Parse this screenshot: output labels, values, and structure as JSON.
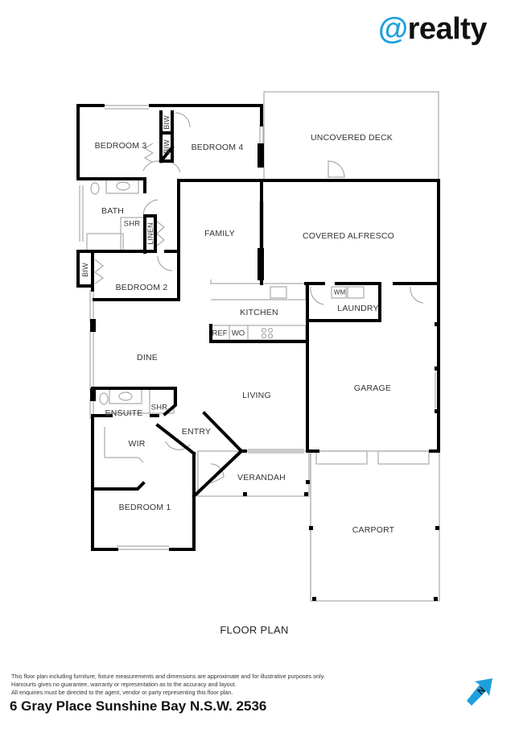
{
  "brand": {
    "at": "@",
    "name": "realty",
    "accent_color": "#1ea0dc"
  },
  "plan": {
    "title": "FLOOR PLAN",
    "rooms": {
      "bedroom3": "BEDROOM 3",
      "bedroom4": "BEDROOM 4",
      "uncovered_deck": "UNCOVERED DECK",
      "bath": "BATH",
      "shr1": "SHR",
      "linen": "LINEN",
      "family": "FAMILY",
      "covered_alfresco": "COVERED ALFRESCO",
      "bedroom2": "BEDROOM 2",
      "kitchen": "KITCHEN",
      "laundry": "LAUNDRY",
      "dine": "DINE",
      "garage": "GARAGE",
      "living": "LIVING",
      "ensuite": "ENSUITE",
      "shr2": "SHR",
      "wir": "WIR",
      "entry": "ENTRY",
      "verandah": "VERANDAH",
      "bedroom1": "BEDROOM 1",
      "carport": "CARPORT"
    },
    "closets": {
      "biw_a": "BIW",
      "biw_b": "BIW",
      "biw_c": "BIW"
    },
    "appliances": {
      "ref": "REF",
      "wo": "WO",
      "wm": "WM"
    }
  },
  "footer": {
    "disclaimer": [
      "This floor plan including furniture, fixture measurements and dimensions are approximate and for illustrative purposes only.",
      "Harcourts gives no guarantee, warranty or representation as to the accuracy and layout.",
      "All enquiries must be directed to the agent, vendor or party representing this floor plan."
    ],
    "address": "6 Gray Place Sunshine Bay N.S.W. 2536",
    "compass": {
      "label": "N",
      "color": "#1ea0dc"
    }
  }
}
